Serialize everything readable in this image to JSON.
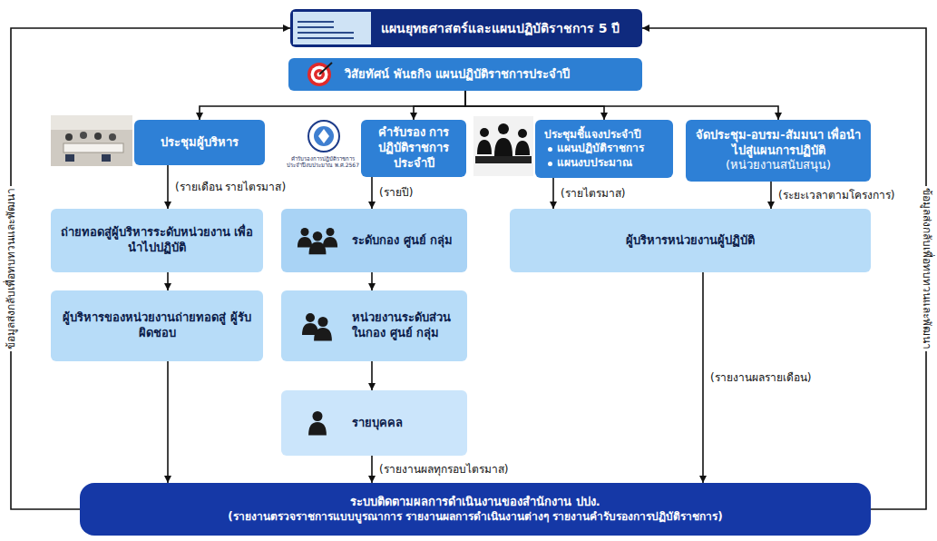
{
  "diagram": {
    "nodes": [
      {
        "text": [
          "แผนยุทธศาสตร์และแผนปฏิบัติราชการ 5 ปี"
        ]
      },
      {
        "text": [
          "วิสัยทัศน์ พันธกิจ แผนปฏิบัติราชการประจำปี"
        ]
      },
      {
        "text": [
          "ประชุมผู้บริหาร"
        ]
      },
      {
        "text": [
          "คำรับรอง การปฏิบัติราชการ ประจำปี"
        ]
      },
      {
        "text": [
          "ประชุมชี้แจงประจำปี",
          "แผนปฏิบัติราชการ",
          "แผนงบประมาณ"
        ]
      },
      {
        "text": [
          "จัดประชุม-อบรม-สัมมนา เพื่อนำไปสู่แผนการปฏิบัติ",
          "(หน่วยงานสนับสนุน)"
        ]
      },
      {
        "text": [
          "ถ่ายทอดสู่ผู้บริหารระดับหน่วยงาน เพื่อนำไปปฏิบัติ"
        ]
      },
      {
        "text": [
          "ผู้บริหารของหน่วยงานถ่ายทอดสู่ ผู้รับผิดชอบ"
        ]
      },
      {
        "text": [
          "ระดับกอง ศูนย์ กลุ่ม"
        ]
      },
      {
        "text": [
          "หน่วยงานระดับส่วน ในกอง ศูนย์ กลุ่ม"
        ]
      },
      {
        "text": [
          "รายบุคคล"
        ]
      },
      {
        "text": [
          "ผู้บริหารหน่วยงานผู้ปฏิบัติ"
        ]
      },
      {
        "text": [
          "ระบบติดตามผลการดำเนินงานของสำนักงาน ปปง.",
          "(รายงานตรวจราชการแบบบูรณาการ รายงานผลการดำเนินงานต่างๆ รายงานคำรับรองการปฏิบัติราชการ)"
        ]
      }
    ],
    "edges": [
      {
        "from": 1,
        "to": 2,
        "arrow": "to"
      },
      {
        "from": 1,
        "to": 3,
        "arrow": "to"
      },
      {
        "from": 1,
        "to": 4,
        "arrow": "to"
      },
      {
        "from": 1,
        "to": 5,
        "arrow": "to"
      },
      {
        "from": 2,
        "to": 6,
        "arrow": "to",
        "label": "(รายเดือน รายไตรมาส)"
      },
      {
        "from": 3,
        "to": 8,
        "arrow": "to",
        "label": "(รายปี)"
      },
      {
        "from": 4,
        "to": 11,
        "arrow": "to",
        "label": "(รายไตรมาส)"
      },
      {
        "from": 5,
        "to": 11,
        "arrow": "to",
        "label": "(ระยะเวลาตามโครงการ)"
      },
      {
        "from": 6,
        "to": 7,
        "arrow": "to"
      },
      {
        "from": 8,
        "to": 9,
        "arrow": "to"
      },
      {
        "from": 9,
        "to": 10,
        "arrow": "to"
      },
      {
        "from": 7,
        "to": 12,
        "arrow": "to"
      },
      {
        "from": 10,
        "to": 12,
        "arrow": "to",
        "label": "(รายงานผลทุกรอบไตรมาส)"
      },
      {
        "from": 11,
        "to": 12,
        "arrow": "to",
        "label": "(รายงานผลรายเดือน)"
      },
      {
        "from": 12,
        "to": 0,
        "arrow": "to",
        "label": "ข้อมูลส่งกลับเพื่อทบทวนและพัฒนา"
      },
      {
        "from": 12,
        "to": 0,
        "arrow": "to",
        "label": "ข้อมูลส่งกลับเพื่อทบทวนและพัฒนา"
      }
    ],
    "labels": [
      "คำรับรองการปฏิบัติราชการ ประจำปีงบประมาณ พ.ศ.2567"
    ]
  }
}
